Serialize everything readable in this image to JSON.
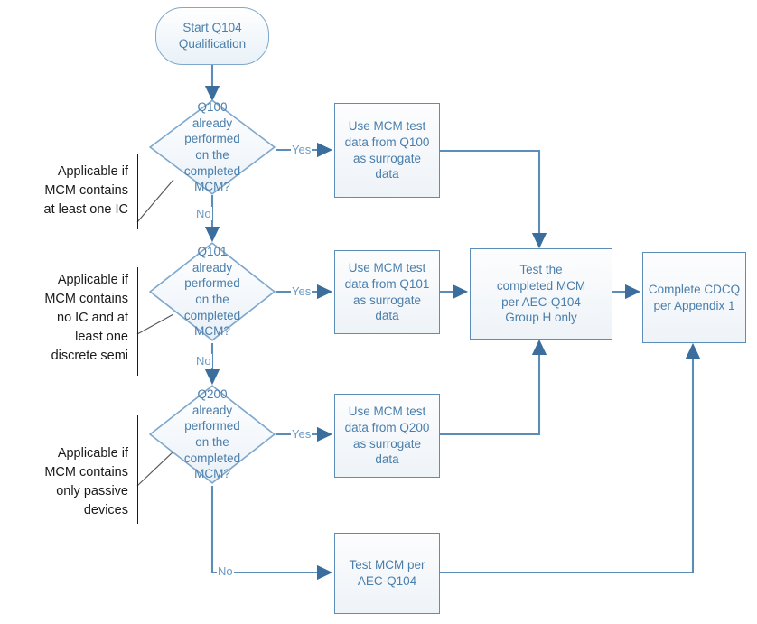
{
  "diagram": {
    "title": "AEC-Q104 MCM Qualification Flowchart",
    "colors": {
      "node_border": "#5b8db8",
      "node_text": "#4a7eab",
      "edge_line": "#5b8db8",
      "edge_arrow": "#3b6e9c",
      "edge_label_text": "#6c9bc4",
      "annotation_text": "#1a1a1a",
      "background": "#ffffff"
    },
    "nodes": {
      "start": {
        "label": "Start Q104 Qualification",
        "line1": "Start Q104",
        "line2": "Qualification",
        "shape": "terminator"
      },
      "decision_q100": {
        "shape": "decision",
        "line1": "Q100",
        "line2": "already performed",
        "line3": "on the completed",
        "line4": "MCM?"
      },
      "decision_q101": {
        "shape": "decision",
        "line1": "Q101",
        "line2": "already performed",
        "line3": "on the completed",
        "line4": "MCM?"
      },
      "decision_q200": {
        "shape": "decision",
        "line1": "Q200",
        "line2": "already performed",
        "line3": "on the completed",
        "line4": "MCM?"
      },
      "surrogate_q100": {
        "shape": "process",
        "line1": "Use MCM test",
        "line2": "data from Q100",
        "line3": "as surrogate",
        "line4": "data"
      },
      "surrogate_q101": {
        "shape": "process",
        "line1": "Use MCM test",
        "line2": "data from Q101",
        "line3": "as surrogate",
        "line4": "data"
      },
      "surrogate_q200": {
        "shape": "process",
        "line1": "Use MCM test",
        "line2": "data from Q200",
        "line3": "as surrogate",
        "line4": "data"
      },
      "test_group_h": {
        "shape": "process",
        "line1": "Test the",
        "line2": "completed MCM",
        "line3": "per AEC-Q104",
        "line4": "Group H only"
      },
      "complete_cdcq": {
        "shape": "process",
        "line1": "Complete CDCQ",
        "line2": "per Appendix 1"
      },
      "test_mcm": {
        "shape": "process",
        "line1": "Test MCM per",
        "line2": "AEC-Q104"
      }
    },
    "edge_labels": {
      "q100_yes": "Yes",
      "q100_no": "No",
      "q101_yes": "Yes",
      "q101_no": "No",
      "q200_yes": "Yes",
      "q200_no": "No"
    },
    "annotations": {
      "ic": {
        "line1": "Applicable if",
        "line2": "MCM contains",
        "line3": "at least one IC"
      },
      "discrete": {
        "line1": "Applicable if",
        "line2": "MCM contains",
        "line3": "no IC and at",
        "line4": "least one",
        "line5": "discrete semi"
      },
      "passive": {
        "line1": "Applicable if",
        "line2": "MCM contains",
        "line3": "only passive",
        "line4": "devices"
      }
    }
  }
}
